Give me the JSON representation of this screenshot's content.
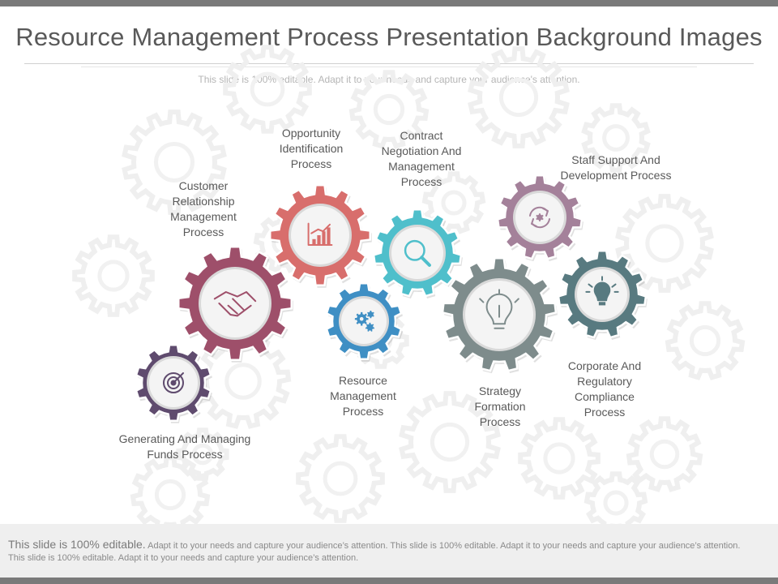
{
  "slide": {
    "title": "Resource Management Process Presentation Background Images",
    "subtitle": "This slide is 100% editable. Adapt it to your needs and capture your audience's attention."
  },
  "gears": [
    {
      "id": "funds",
      "label": "Generating And Managing Funds Process",
      "color": "#5f4b6e",
      "icon": "target-icon"
    },
    {
      "id": "crm",
      "label": "Customer Relationship Management Process",
      "color": "#9e4f6a",
      "icon": "handshake-icon"
    },
    {
      "id": "opportunity",
      "label": "Opportunity Identification Process",
      "color": "#d86e6c",
      "icon": "bar-chart-icon"
    },
    {
      "id": "resource",
      "label": "Resource Management Process",
      "color": "#3f8fc4",
      "icon": "gears-icon"
    },
    {
      "id": "contract",
      "label": "Contract Negotiation And Management Process",
      "color": "#4fbfcb",
      "icon": "magnifier-icon"
    },
    {
      "id": "strategy",
      "label": "Strategy Formation Process",
      "color": "#7e8c8c",
      "icon": "lightbulb-icon"
    },
    {
      "id": "staff",
      "label": "Staff Support And Development Process",
      "color": "#a4819a",
      "icon": "refresh-icon"
    },
    {
      "id": "compliance",
      "label": "Corporate And Regulatory Compliance Process",
      "color": "#587a80",
      "icon": "idea-bulb-icon"
    }
  ],
  "footer": {
    "lead": "This slide is 100% editable.",
    "text": "Adapt it to your needs and capture your audience’s attention. This slide is 100% editable. Adapt it to your needs and capture your audience’s attention. This slide is 100% editable. Adapt it to your needs and capture your audience’s attention."
  }
}
